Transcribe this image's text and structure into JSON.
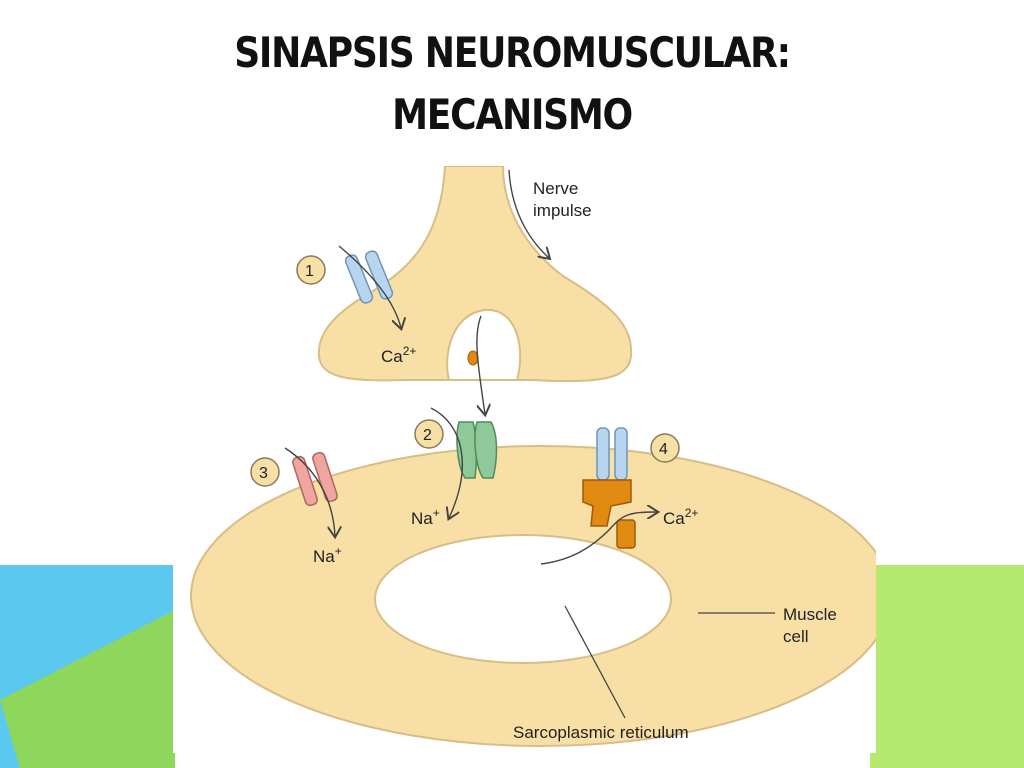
{
  "slide": {
    "title_line1": "SINAPSIS NEUROMUSCULAR:",
    "title_line2": "MECANISMO",
    "colors": {
      "accent_blue": "#5bc8f0",
      "accent_green": "#b6ea6e",
      "green_dark": "#8fd65c",
      "cell_fill": "#f7dfa6",
      "cell_stroke": "#d9bd86",
      "channel_blue": "#b8d5ef",
      "channel_green": "#8fc99a",
      "channel_red": "#f0a6a0",
      "receptor_orange": "#e08a12"
    }
  },
  "diagram": {
    "labels": {
      "nerve_impulse_line1": "Nerve",
      "nerve_impulse_line2": "impulse",
      "ca_presynaptic": "Ca",
      "ca_presynaptic_sup": "2+",
      "na_step2": "Na",
      "na_step2_sup": "+",
      "na_step3": "Na",
      "na_step3_sup": "+",
      "ca_step4": "Ca",
      "ca_step4_sup": "2+",
      "muscle_cell_line1": "Muscle",
      "muscle_cell_line2": "cell",
      "sarcoplasmic_reticulum": "Sarcoplasmic reticulum"
    },
    "steps": [
      "1",
      "2",
      "3",
      "4"
    ]
  }
}
